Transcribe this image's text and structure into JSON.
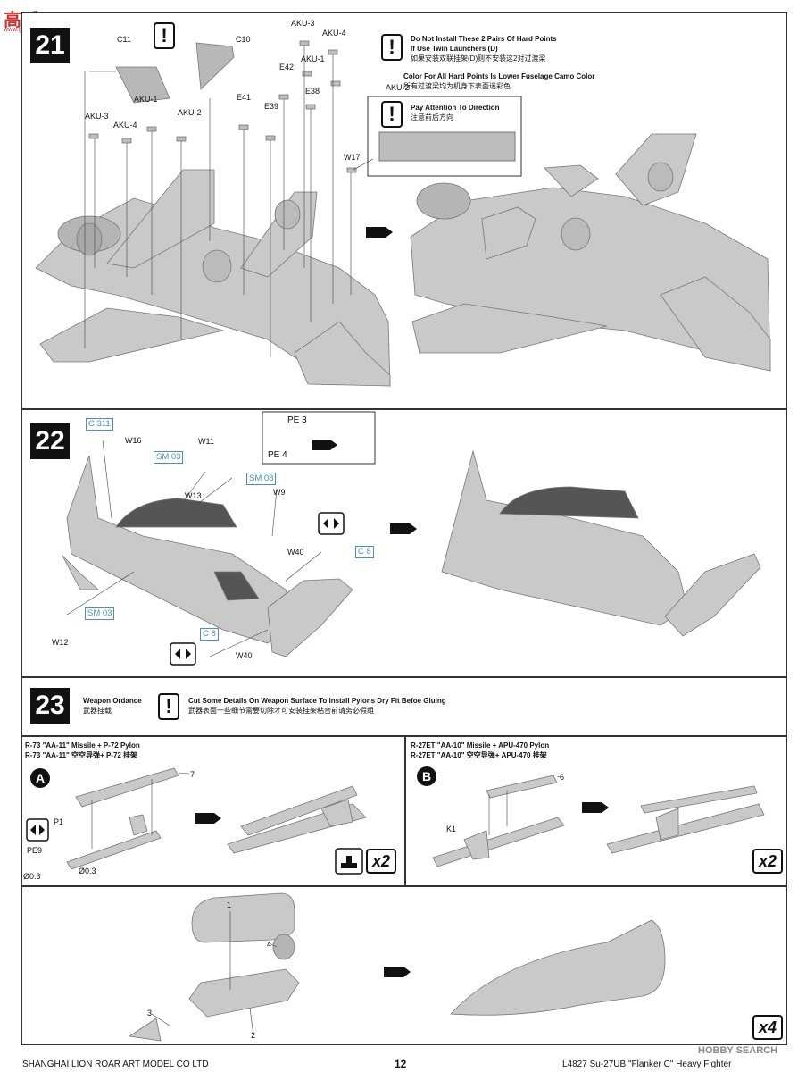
{
  "header": {
    "watermark_top": "高手网",
    "watermark_sub": "www.gaoshou.com"
  },
  "step21": {
    "number": "21",
    "parts": [
      "C11",
      "C10",
      "AKU-3",
      "AKU-4",
      "AKU-1",
      "AKU-2",
      "E42",
      "E38",
      "E41",
      "E39",
      "AKU-3",
      "AKU-4",
      "AKU-1",
      "AKU-2",
      "W17"
    ],
    "note1_en1": "Do Not Install These 2 Pairs Of Hard Points",
    "note1_en2": "If Use Twin Launchers (D)",
    "note1_cn": "如果安装双联挂架(D)则不安装这2对过渡梁",
    "note2_en": "Color For All Hard Points Is Lower Fuselage Camo Color",
    "note2_cn": "所有过渡梁均为机身下表面迷彩色",
    "note3_en": "Pay Attention To Direction",
    "note3_cn": "注意前后方向"
  },
  "step22": {
    "number": "22",
    "parts": {
      "c311": "C 311",
      "w16": "W16",
      "w11": "W11",
      "sm03a": "SM 03",
      "sm08": "SM 08",
      "w13": "W13",
      "w9": "W9",
      "w40a": "W40",
      "c8a": "C 8",
      "sm03b": "SM 03",
      "w12": "W12",
      "c8b": "C 8",
      "w40b": "W40",
      "pe3": "PE 3",
      "pe4": "PE 4"
    }
  },
  "step23": {
    "number": "23",
    "title_en": "Weapon Ordance",
    "title_cn": "武器挂载",
    "note_en": "Cut Some Details On Weapon Surface To Install Pylons Dry Fit Befoe Gluing",
    "note_cn": "武器表面一些细节需要切除才可安装挂架粘合前请务必假组",
    "panelA": {
      "letter": "A",
      "title_en": "R-73 \"AA-11\" Missile + P-72 Pylon",
      "title_cn": "R-73 \"AA-11\" 空空导弹+ P-72 挂架",
      "parts": [
        "7",
        "P1",
        "PE9",
        "Ø0.3",
        "Ø0.3"
      ],
      "qty": "x2"
    },
    "panelB": {
      "letter": "B",
      "title_en": "R-27ET \"AA-10\" Missile + APU-470 Pylon",
      "title_cn": "R-27ET \"AA-10\" 空空导弹+ APU-470 挂架",
      "parts": [
        "6",
        "K1"
      ],
      "qty": "x2"
    },
    "panelC": {
      "parts": [
        "1",
        "4",
        "3",
        "2"
      ],
      "qty": "x4"
    }
  },
  "footer": {
    "company": "SHANGHAI LION ROAR ART MODEL CO LTD",
    "page": "12",
    "product": "L4827  Su-27UB  \"Flanker C\"  Heavy  Fighter",
    "watermark": "HOBBY SEARCH"
  },
  "colors": {
    "model_gray": "#c8c8c8",
    "label_blue": "#4a8fc0",
    "dark": "#111111"
  }
}
